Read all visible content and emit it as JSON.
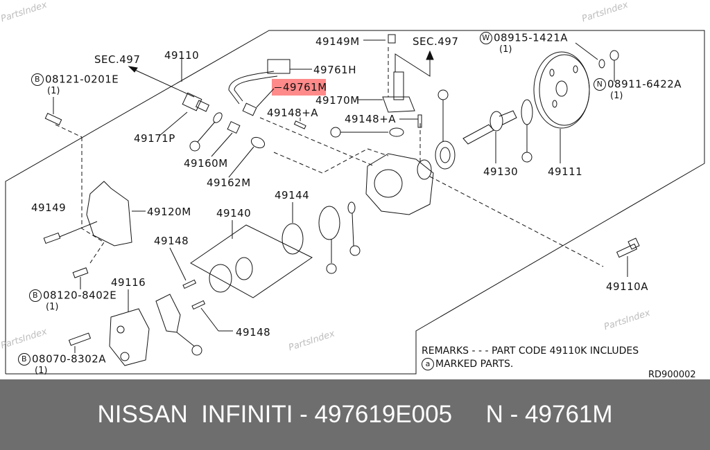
{
  "watermark": "PartsIndex",
  "labels": {
    "sec497_left": "SEC.497",
    "p49110": "49110",
    "b08121": "08121-0201E",
    "b08121_qty": "(1)",
    "p49761H": "49761H",
    "p49761M": "49761M",
    "p49149M": "49149M",
    "sec497_right": "SEC.497",
    "w08915": "08915-1421A",
    "w08915_qty": "(1)",
    "n08911": "08911-6422A",
    "n08911_qty": "(1)",
    "p49170M": "49170M",
    "p49148A_1": "49148+A",
    "p49148A_2": "49148+A",
    "p49171P": "49171P",
    "p49160M": "49160M",
    "p49162M": "49162M",
    "p49130": "49130",
    "p49111": "49111",
    "p49149": "49149",
    "p49120M": "49120M",
    "p49140": "49140",
    "p49144": "49144",
    "p49148_1": "49148",
    "p49116": "49116",
    "b08120": "08120-8402E",
    "b08120_qty": "(1)",
    "p49148_2": "49148",
    "b08070": "08070-8302A",
    "b08070_qty": "(1)",
    "p49110A": "49110A"
  },
  "markers": {
    "b": "B",
    "w": "W",
    "n": "N",
    "a": "a"
  },
  "remarks": {
    "line1": "REMARKS - - - PART CODE 49110K INCLUDES",
    "line2": "MARKED PARTS."
  },
  "diagram_code": "RD900002",
  "highlighted_part": "49761M",
  "banner": {
    "text": "NISSAN  INFINITI - 497619E005     N - 49761M"
  },
  "colors": {
    "highlight": "#ff8a8a",
    "banner": "#6e6e6e"
  }
}
